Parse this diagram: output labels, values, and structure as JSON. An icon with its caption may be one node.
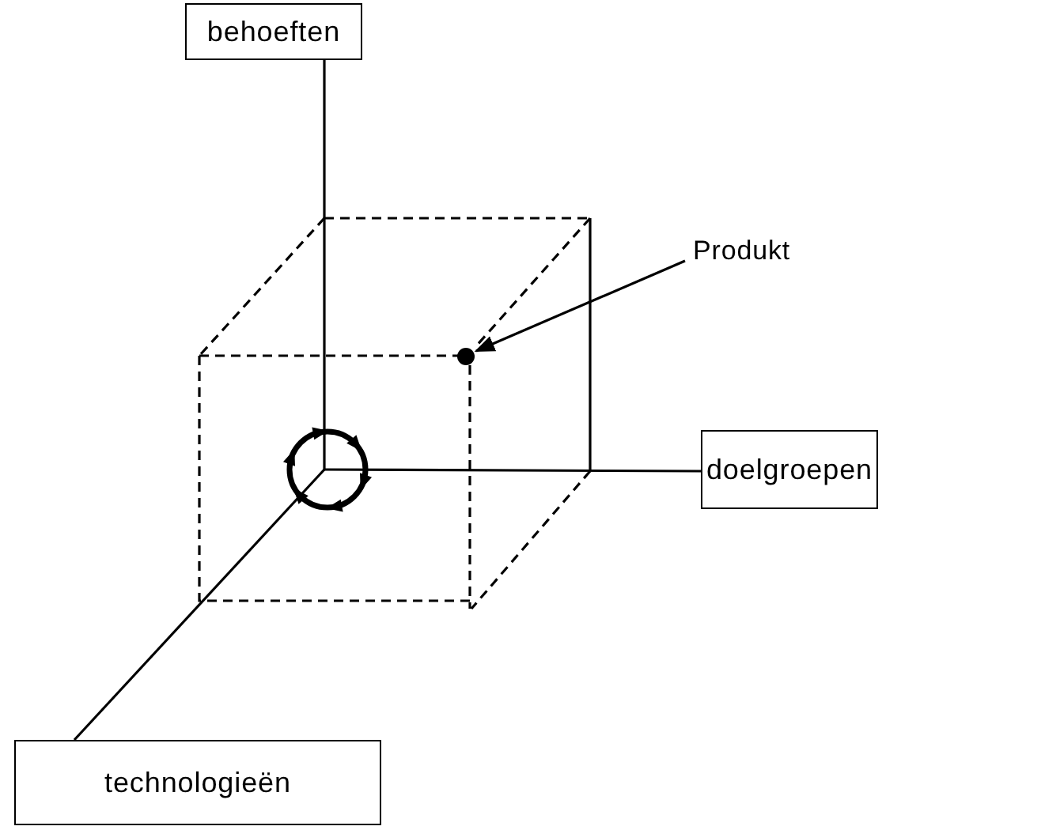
{
  "diagram": {
    "nodes": [
      {
        "text": [
          "behoeften"
        ]
      },
      {
        "text": [
          "doelgroepen"
        ]
      },
      {
        "text": [
          "technologieën"
        ]
      },
      {
        "text": [
          "Produkt"
        ]
      },
      {
        "text": [],
        "shape": "circle"
      }
    ],
    "edges": [
      {
        "from": 0,
        "to": null,
        "arrow": "none"
      },
      {
        "from": null,
        "to": 1,
        "arrow": "none"
      },
      {
        "from": null,
        "to": 2,
        "arrow": "none"
      },
      {
        "from": 3,
        "to": 4,
        "arrow": "to"
      }
    ]
  }
}
